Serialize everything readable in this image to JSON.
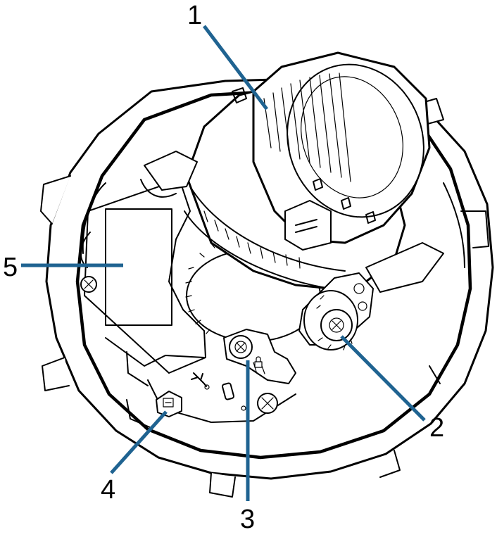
{
  "callouts": [
    {
      "id": 1,
      "label": "1"
    },
    {
      "id": 2,
      "label": "2"
    },
    {
      "id": 3,
      "label": "3"
    },
    {
      "id": 4,
      "label": "4"
    },
    {
      "id": 5,
      "label": "5"
    }
  ],
  "colors": {
    "leader": "#1f6391",
    "linework": "#000000",
    "background": "#ffffff"
  },
  "icons": [
    "usb-icon",
    "lock-icon"
  ]
}
